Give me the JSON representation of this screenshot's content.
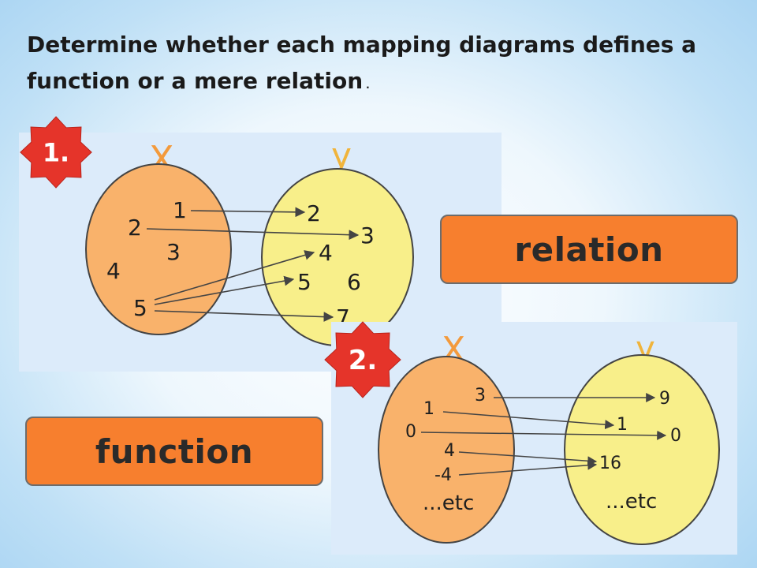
{
  "slide": {
    "title": "Determine whether each mapping diagrams defines a function or a mere relation",
    "title_period": "."
  },
  "diagram1": {
    "badge": "1.",
    "domain_label": "X",
    "range_label": "y",
    "domain": [
      "1",
      "2",
      "3",
      "4",
      "5"
    ],
    "range": [
      "2",
      "3",
      "4",
      "5",
      "6",
      "7"
    ],
    "answer": "relation"
  },
  "diagram2": {
    "badge": "2.",
    "domain_label": "X",
    "range_label": "y",
    "domain": [
      "3",
      "1",
      "0",
      "4",
      "-4",
      "...etc"
    ],
    "range": [
      "9",
      "1",
      "0",
      "16",
      "...etc"
    ],
    "answer": "function"
  },
  "colors": {
    "domain_fill": "#f9b26b",
    "range_fill": "#f8ef8a",
    "answer_fill": "#f77f2e",
    "badge_fill": "#e5342a",
    "label_color": "#f39a3c"
  }
}
